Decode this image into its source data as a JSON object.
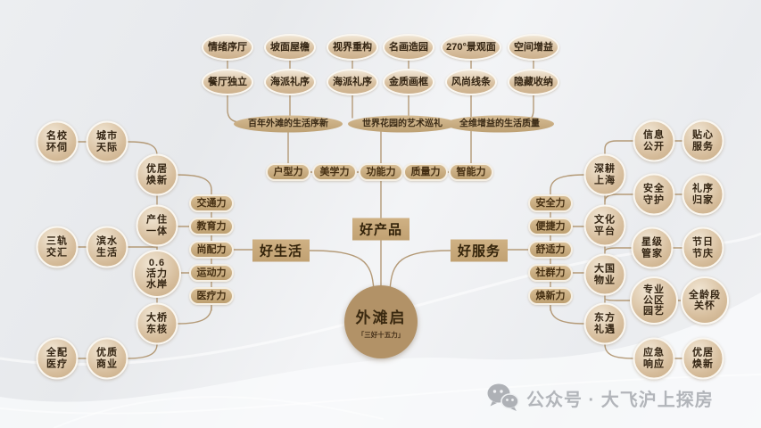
{
  "palette": {
    "node_tan": "#d7be9d",
    "pill_tan": "#c5a87c",
    "deep_tan": "#b29267",
    "line": "#b49a77",
    "text_brown": "#3a2a15",
    "watermark_gray": "#b2b5ba"
  },
  "center": {
    "title": "外滩启",
    "subtitle": "「三好十五力」"
  },
  "branches": {
    "product": {
      "label": "好产品",
      "ovals_row1": [
        "情绪序厅",
        "坡面屋檐",
        "视界重构",
        "名画造园",
        "270°景观面",
        "空间增益"
      ],
      "ovals_row2": [
        "餐厅独立",
        "海派礼序",
        "海派礼序",
        "金质画框",
        "风尚线条",
        "隐藏收纳"
      ],
      "banners": [
        "百年外滩的生活序新",
        "世界花园的艺术巡礼",
        "全维增益的生活质量"
      ],
      "pills": [
        "户型力",
        "美学力",
        "功能力",
        "质量力",
        "智能力"
      ]
    },
    "life": {
      "label": "好生活",
      "pills": [
        "交通力",
        "教育力",
        "尚配力",
        "运动力",
        "医疗力"
      ],
      "chain": [
        "优居\n焕新",
        "产住\n一体",
        "0.6\n活力\n水岸",
        "大桥\n东核"
      ],
      "pairs": [
        [
          "名校\n环伺",
          "城市\n天际"
        ],
        [
          "三轨\n交汇",
          "滨水\n生活"
        ],
        [
          "全配\n医疗",
          "优质\n商业"
        ]
      ]
    },
    "service": {
      "label": "好服务",
      "pills": [
        "安全力",
        "便捷力",
        "舒适力",
        "社群力",
        "焕新力"
      ],
      "chain": [
        "深耕\n上海",
        "文化\n平台",
        "大国\n物业",
        "东方\n礼遇"
      ],
      "leaves": [
        [
          "信息\n公开",
          "贴心\n服务"
        ],
        [
          "安全\n守护",
          "礼序\n归家"
        ],
        [
          "星级\n管家",
          "节日\n节庆"
        ],
        [
          "专业\n公区\n园艺",
          "全龄段\n关怀"
        ],
        [
          "应急\n响应",
          "优居\n焕新"
        ]
      ]
    }
  },
  "watermark": {
    "icon": "wechat-icon",
    "text": "公众号 · 大飞沪上探房"
  }
}
